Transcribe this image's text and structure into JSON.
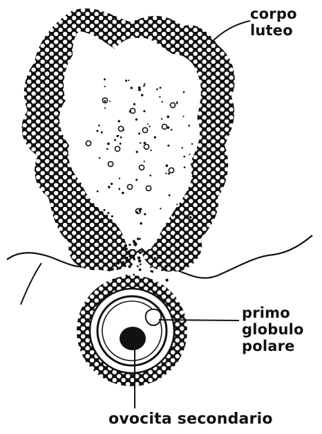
{
  "labels": {
    "corpo_luteo": [
      "corpo",
      "luteo"
    ],
    "primo_globulo_polare": [
      "primo",
      "globulo",
      "polare"
    ],
    "ovocita_secondario": "ovocita secondario"
  },
  "colors": {
    "ink": "#111111",
    "paper": "#ffffff"
  }
}
